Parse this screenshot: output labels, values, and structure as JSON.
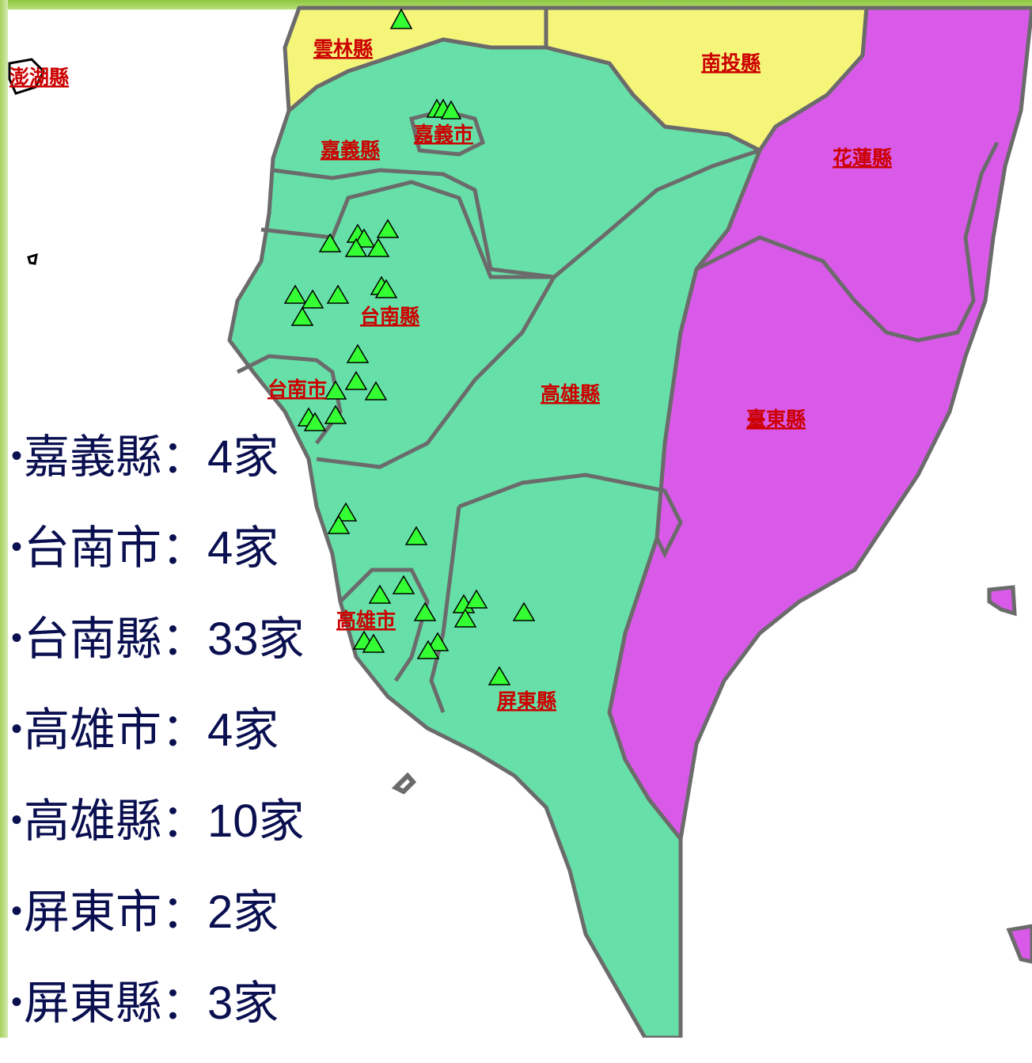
{
  "colors": {
    "green_region": "#66e0a8",
    "yellow_region": "#f5f57a",
    "purple_region": "#d95ae8",
    "border": "#6b6b6b",
    "label": "#cc0000",
    "marker": "#33ff33",
    "stats_text": "#0a0f50"
  },
  "labels": {
    "penghu": "澎湖縣",
    "yunlin": "雲林縣",
    "nantou": "南投縣",
    "chiayi_city": "嘉義市",
    "chiayi_county": "嘉義縣",
    "hualien": "花蓮縣",
    "tainan_county": "台南縣",
    "tainan_city": "台南市",
    "kaohsiung_county": "高雄縣",
    "taitung": "臺東縣",
    "kaohsiung_city": "高雄市",
    "pingtung_county": "屏東縣"
  },
  "marker_icon": "triangle-marker-icon",
  "stats": [
    {
      "bullet": "•",
      "text": "嘉義縣：4家"
    },
    {
      "bullet": "•",
      "text": "台南市：4家"
    },
    {
      "bullet": "•",
      "text": "台南縣：33家"
    },
    {
      "bullet": "•",
      "text": "高雄市：4家"
    },
    {
      "bullet": "•",
      "text": "高雄縣：10家"
    },
    {
      "bullet": "•",
      "text": "屏東市：2家"
    },
    {
      "bullet": "•",
      "text": "屏東縣：3家"
    }
  ]
}
